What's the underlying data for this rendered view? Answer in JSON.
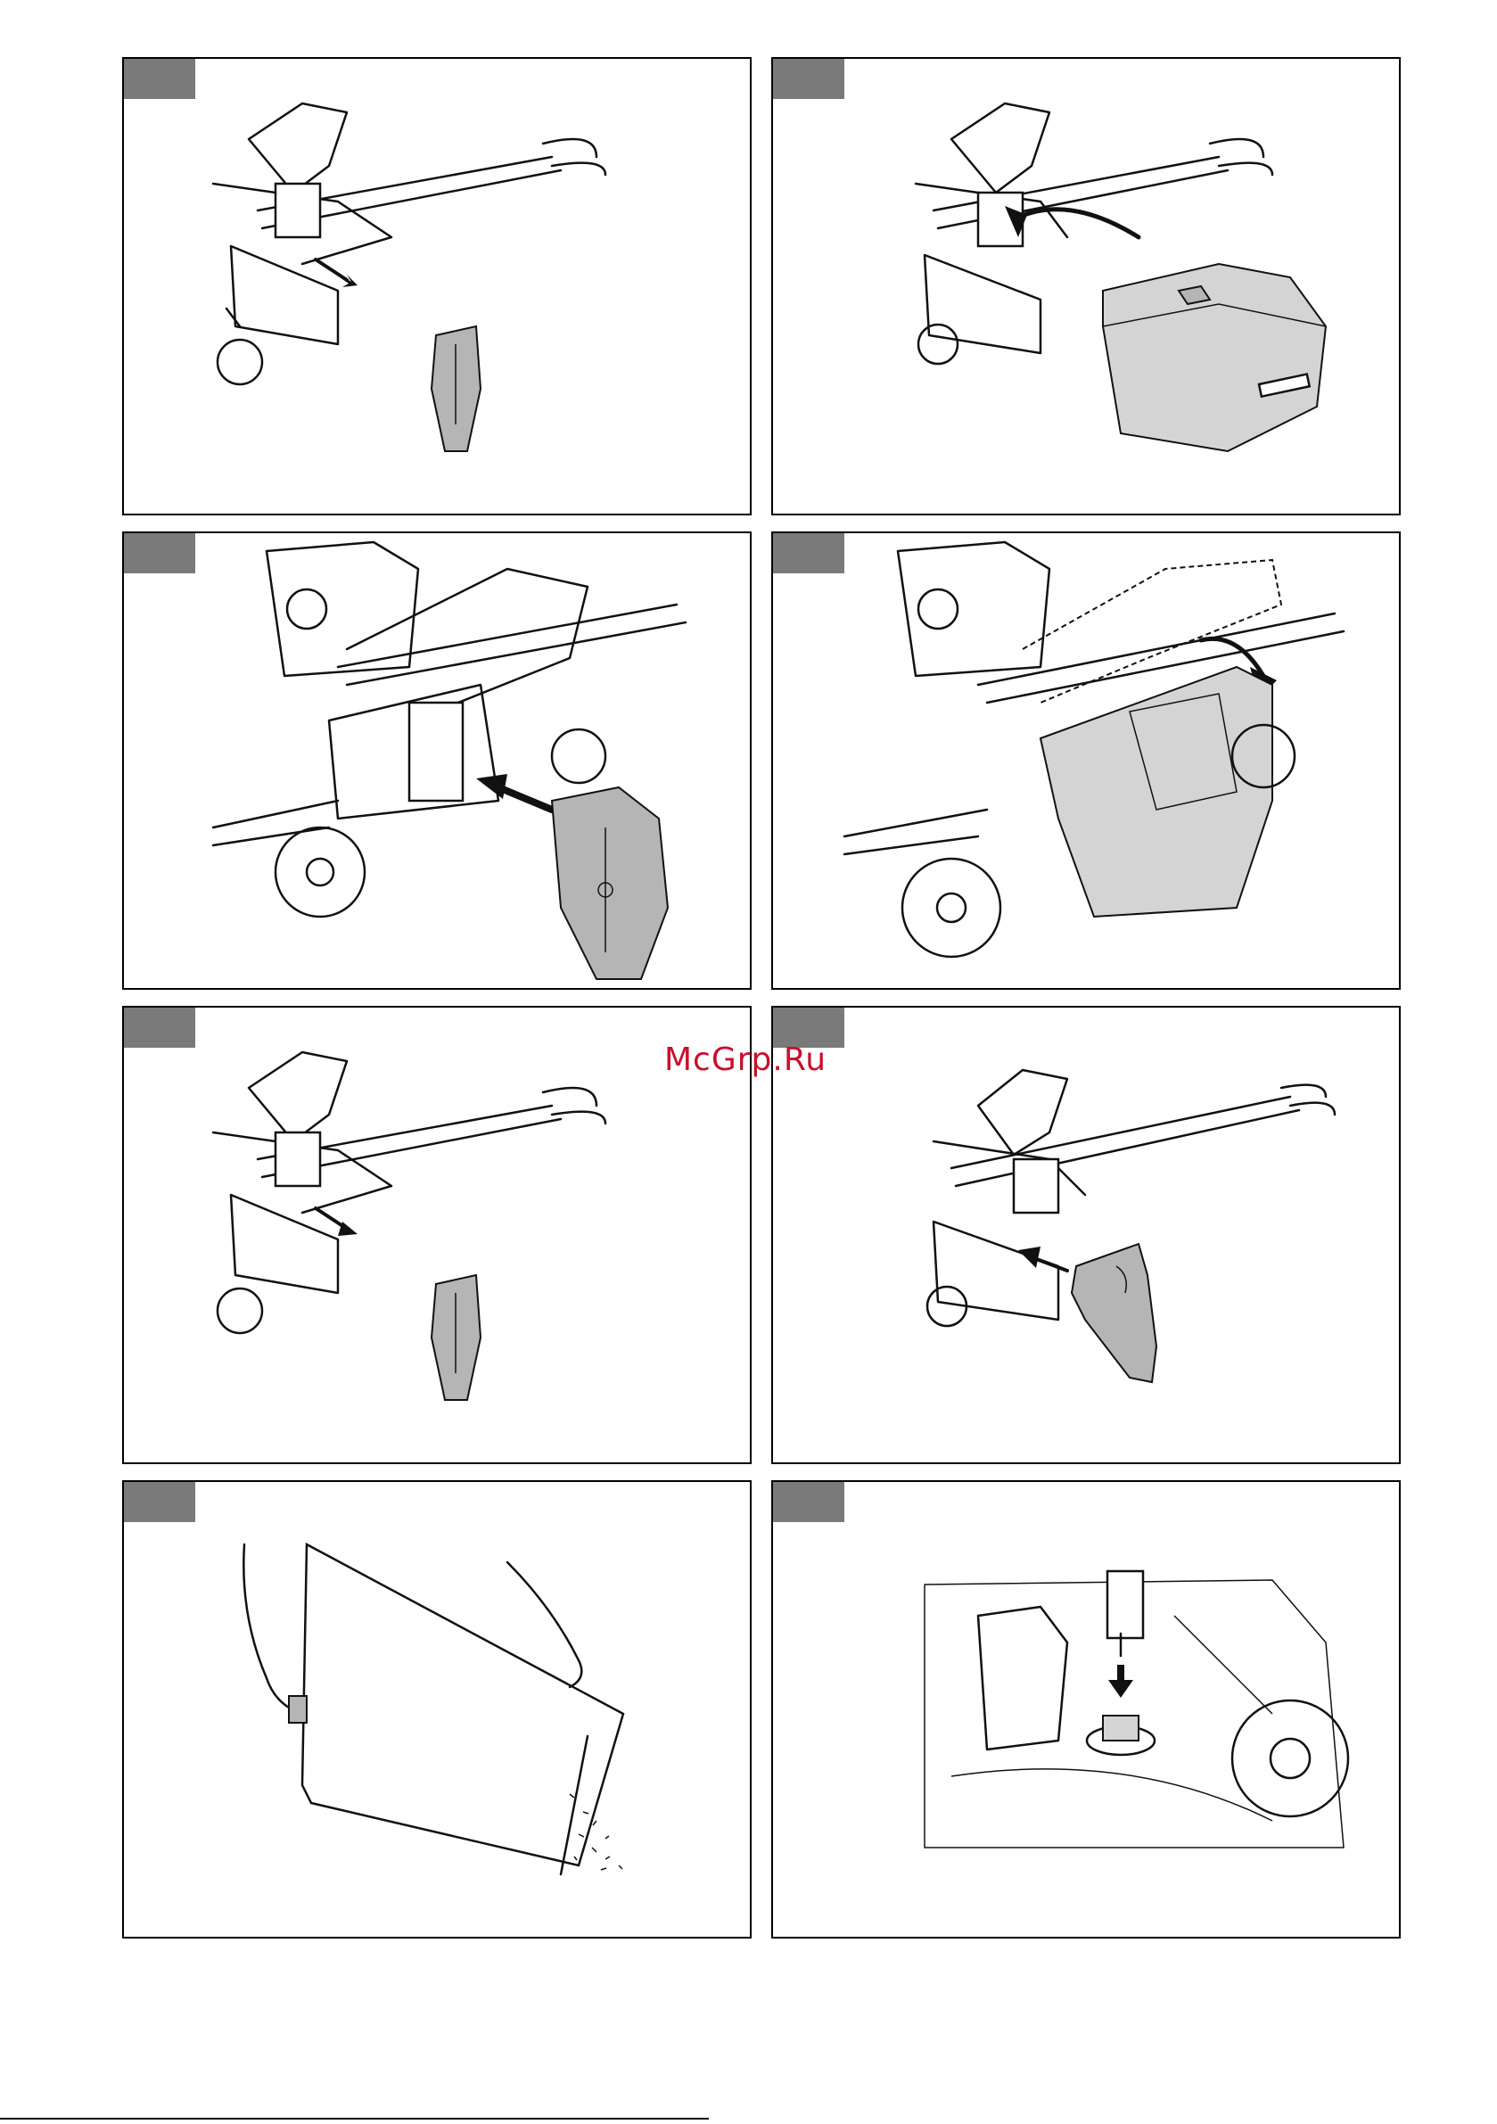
{
  "watermark": "McGrp.Ru",
  "figures": [
    {
      "id": "fig-1",
      "icon": "mower-remove-mulching-insert"
    },
    {
      "id": "fig-2",
      "icon": "mower-attach-grass-catcher"
    },
    {
      "id": "fig-3",
      "icon": "mower-insert-mulching-plug-closeup"
    },
    {
      "id": "fig-4",
      "icon": "mower-grass-catcher-installed-closeup"
    },
    {
      "id": "fig-5",
      "icon": "mower-remove-mulching-insert"
    },
    {
      "id": "fig-6",
      "icon": "mower-insert-side-deflector"
    },
    {
      "id": "fig-7",
      "icon": "empty-grass-catcher"
    },
    {
      "id": "fig-8",
      "icon": "hose-connector-washing-port"
    }
  ],
  "colors": {
    "tag": "#7a7a7a",
    "line": "#111111",
    "part_fill": "#b5b5b5",
    "watermark": "#c8102e"
  }
}
